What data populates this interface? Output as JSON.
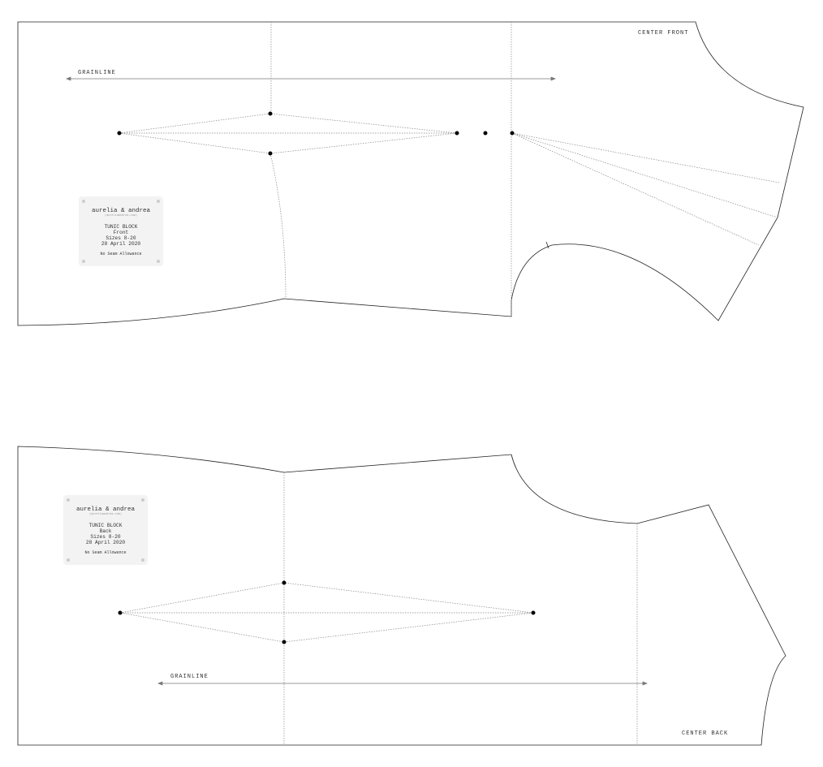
{
  "front": {
    "grainline": "GRAINLINE",
    "center": "CENTER FRONT",
    "label": {
      "brand": "aurelia & andrea",
      "site": "(aureliaandrea.com)",
      "title": "TUNIC BLOCK",
      "piece": "Front",
      "sizes": "Sizes 8-20",
      "date": "28 April 2020",
      "note": "No Seam Allowance"
    }
  },
  "back": {
    "grainline": "GRAINLINE",
    "center": "CENTER BACK",
    "label": {
      "brand": "aurelia & andrea",
      "site": "(aureliaandrea.com)",
      "title": "TUNIC BLOCK",
      "piece": "Back",
      "sizes": "Sizes 8-20",
      "date": "28 April 2020",
      "note": "No Seam Allowance"
    }
  }
}
